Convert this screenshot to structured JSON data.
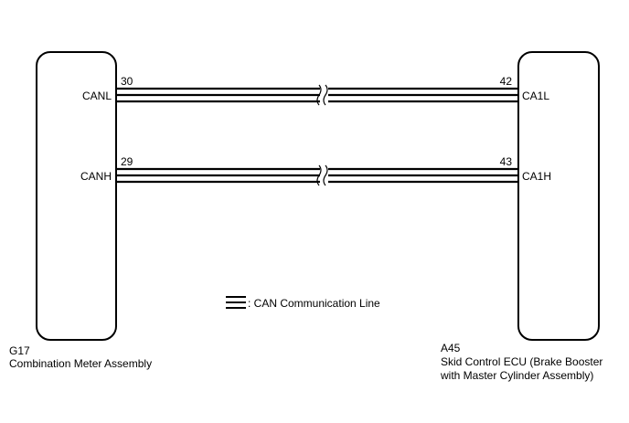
{
  "left_component": {
    "code": "G17",
    "name": "Combination Meter Assembly",
    "terminals": [
      {
        "pin": "30",
        "signal": "CANL"
      },
      {
        "pin": "29",
        "signal": "CANH"
      }
    ]
  },
  "right_component": {
    "code": "A45",
    "name_line1": "Skid Control ECU (Brake Booster",
    "name_line2": "with Master Cylinder Assembly)",
    "terminals": [
      {
        "pin": "42",
        "signal": "CA1L"
      },
      {
        "pin": "43",
        "signal": "CA1H"
      }
    ]
  },
  "legend": {
    "text": ": CAN Communication Line"
  },
  "colors": {
    "line": "#000000",
    "background": "#ffffff"
  }
}
